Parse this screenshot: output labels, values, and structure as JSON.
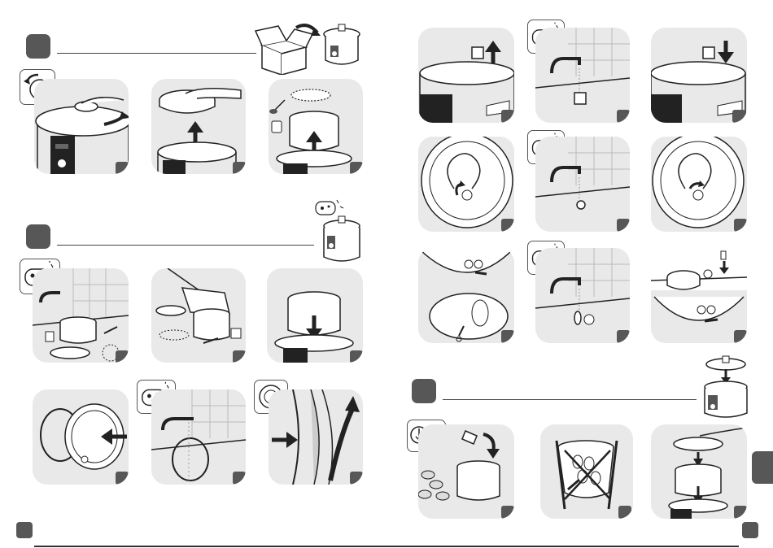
{
  "document": {
    "title": "",
    "pages": [
      "left",
      "right"
    ],
    "sections": [
      {
        "id": "section-1",
        "steps": 3
      },
      {
        "id": "section-2",
        "steps": 6
      },
      {
        "id": "section-3",
        "steps": 9
      },
      {
        "id": "section-4",
        "steps": 3
      }
    ]
  },
  "icons": {
    "sponge": "sponge-icon",
    "unbox": "unbox-icon",
    "lid-rotate": "lid-rotate-icon",
    "arrow-up": "arrow-up-icon",
    "arrow-down": "arrow-down-icon",
    "no-symbol": "no-symbol-icon",
    "pointer": "pointer-icon"
  },
  "colors": {
    "panel": "#e9e9e9",
    "badge": "#575757",
    "line": "#444444",
    "ink": "#222222"
  }
}
